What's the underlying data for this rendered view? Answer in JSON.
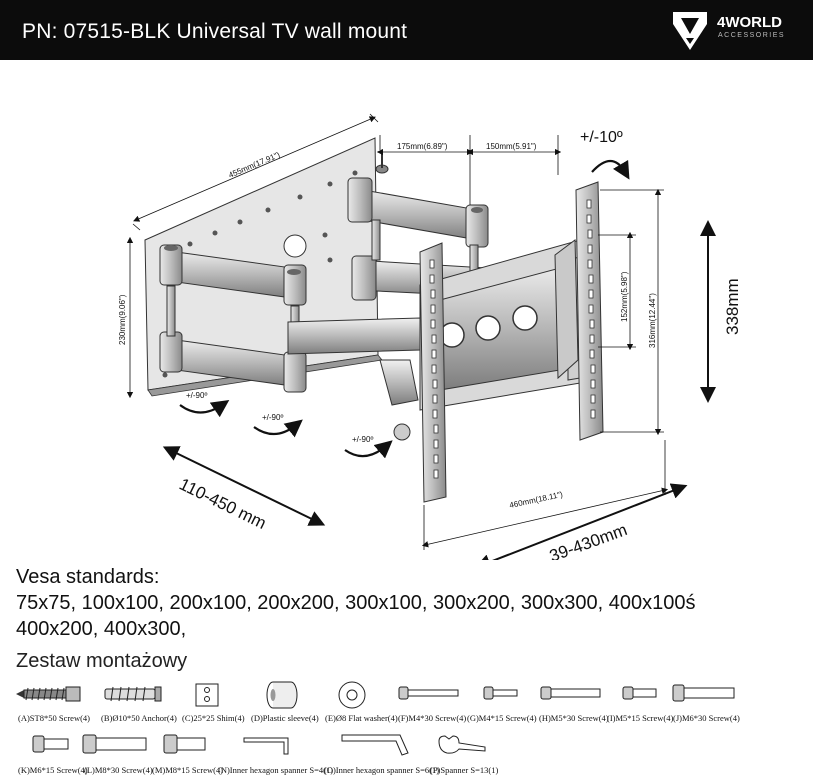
{
  "header": {
    "title": "PN: 07515-BLK Universal TV wall mount",
    "brand_name": "4WORLD",
    "brand_sub": "ACCESSORIES"
  },
  "diagram": {
    "dim_455": "455mm(17.91\")",
    "dim_175": "175mm(6.89\")",
    "dim_150": "150mm(5.91\")",
    "dim_230": "230mm(9.06\")",
    "dim_152": "152mm(5.98\")",
    "dim_316": "316mm(12.44\")",
    "dim_460": "460mm(18.11\")",
    "tilt": "+/-10º",
    "height_338": "338mm",
    "swivel1": "+/-90º",
    "swivel2": "+/-90º",
    "swivel3": "+/-90º",
    "range_110": "110-450 mm",
    "range_39": "39-430mm"
  },
  "vesa": {
    "heading": "Vesa standards:",
    "line1": "75x75, 100x100, 200x100, 200x200, 300x100, 300x200, 300x300, 400x100ś",
    "line2": "400x200, 400x300,"
  },
  "kit": {
    "heading": "Zestaw montażowy",
    "parts": [
      "(A)ST8*50 Screw(4)",
      "(B)Ø10*50 Anchor(4)",
      "(C)25*25 Shim(4)",
      "(D)Plastic sleeve(4)",
      "(E)Ø8 Flat washer(4)",
      "(F)M4*30 Screw(4)",
      "(G)M4*15 Screw(4)",
      "(H)M5*30 Screw(4)",
      "(I)M5*15 Screw(4)",
      "(J)M6*30 Screw(4)",
      "(K)M6*15 Screw(4)",
      "(L)M8*30 Screw(4)",
      "(M)M8*15 Screw(4)",
      "(N)Inner hexagon spanner S=4(1)",
      "(O)Inner hexagon spanner S=6(1)",
      "(P)Spanner S=13(1)"
    ]
  }
}
